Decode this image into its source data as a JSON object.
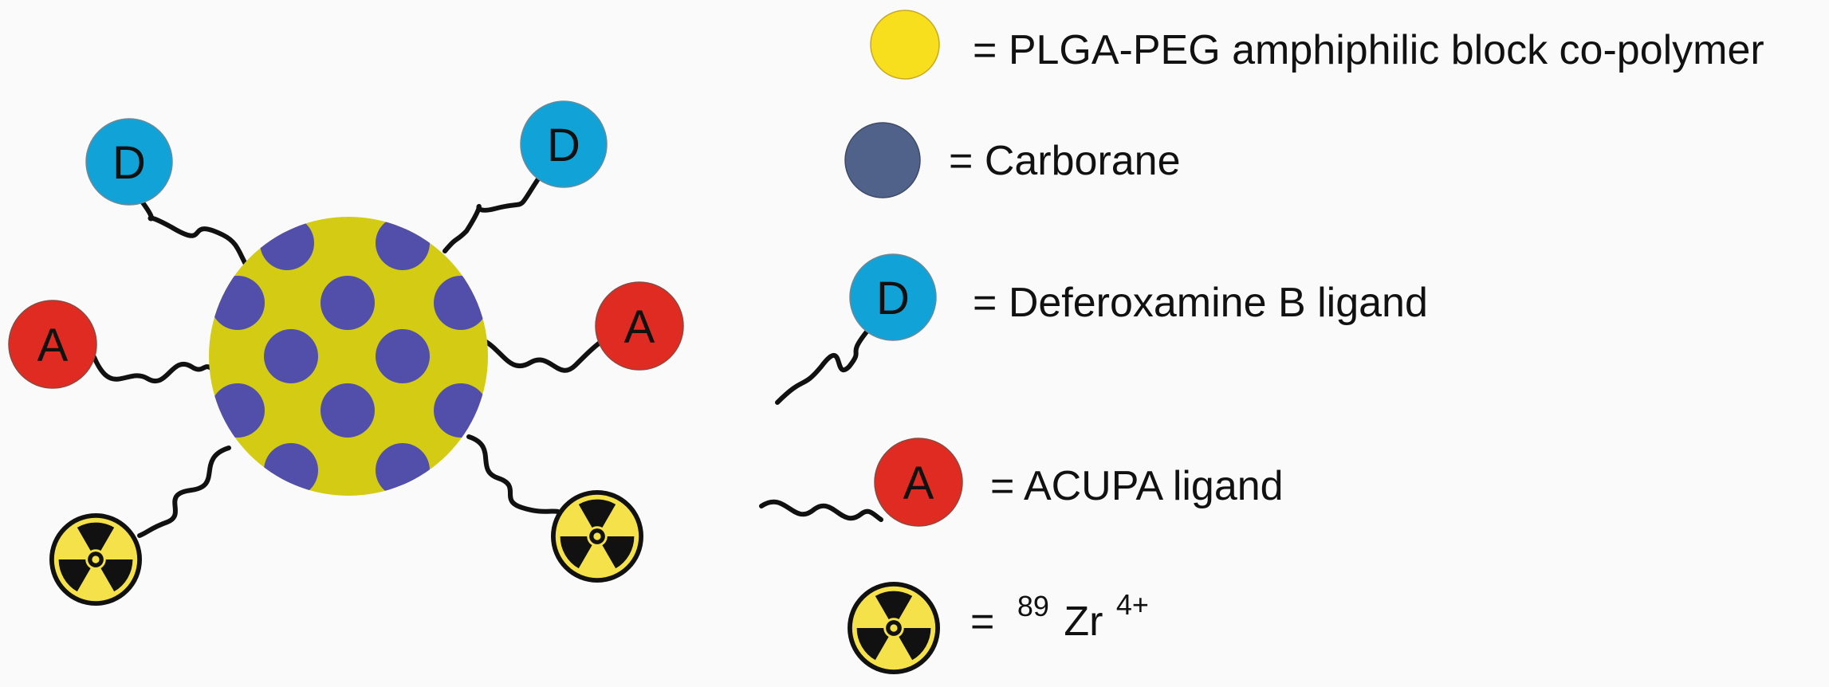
{
  "colors": {
    "polymer": "#d4cc14",
    "polymer_legend": "#f7df1e",
    "carborane": "#524fab",
    "carborane_legend": "#51628a",
    "deferoxamine": "#11a3d7",
    "acupa": "#e02b22",
    "radiation_fill": "#f5e24a",
    "line": "#111111"
  },
  "icons": {
    "polymer": "yellow-circle-icon",
    "carborane": "slate-circle-icon",
    "deferoxamine": "blue-circle-icon",
    "acupa": "red-circle-icon",
    "zirconium": "radiation-trefoil-icon"
  },
  "ligands": {
    "deferoxamine_letter": "D",
    "acupa_letter": "A"
  },
  "legend": {
    "polymer_label": "= PLGA-PEG amphiphilic block co-polymer",
    "carborane_label": "= Carborane",
    "deferoxamine_label": "= Deferoxamine B ligand",
    "acupa_label": "= ACUPA ligand",
    "zr_prefix": "=",
    "zr_mass_number": "89",
    "zr_symbol": "Zr",
    "zr_charge": "4+"
  }
}
